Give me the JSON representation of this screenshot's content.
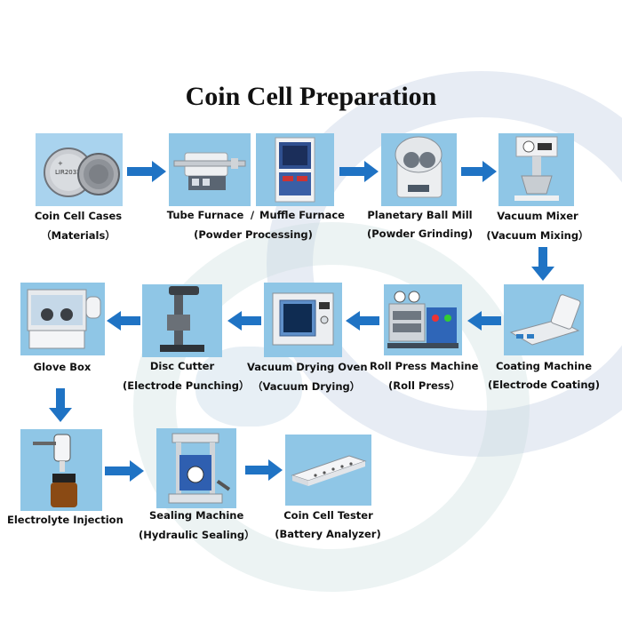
{
  "title": "Coin Cell Preparation",
  "steps": {
    "coin_cell_cases": {
      "name": "Coin Cell Cases",
      "sub": "（Materials）",
      "battery_marking": "LIR2032"
    },
    "tube_furnace": {
      "name": "Tube Furnace",
      "separator": "/"
    },
    "muffle_furnace": {
      "name": "Muffle Furnace"
    },
    "powder_processing": {
      "sub": "(Powder Processing)"
    },
    "ball_mill": {
      "name": "Planetary Ball Mill",
      "sub": "(Powder Grinding)"
    },
    "vacuum_mixer": {
      "name": "Vacuum Mixer",
      "sub": "(Vacuum Mixing）"
    },
    "coating_machine": {
      "name": "Coating Machine",
      "sub": "(Electrode Coating)"
    },
    "roll_press": {
      "name": "Roll Press Machine",
      "sub": "(Roll Press）"
    },
    "drying_oven": {
      "name": "Vacuum Drying Oven",
      "sub": "（Vacuum Drying）"
    },
    "disc_cutter": {
      "name": "Disc Cutter",
      "sub": "(Electrode Punching）"
    },
    "glove_box": {
      "name": "Glove Box"
    },
    "electrolyte": {
      "name": "Electrolyte Injection"
    },
    "sealing": {
      "name": "Sealing Machine",
      "sub": "(Hydraulic Sealing）"
    },
    "tester": {
      "name": "Coin Cell Tester",
      "sub": "(Battery Analyzer)"
    }
  },
  "colors": {
    "arrow": "#1f73c4",
    "tile": "#8fc6e6",
    "title": "#111111"
  }
}
